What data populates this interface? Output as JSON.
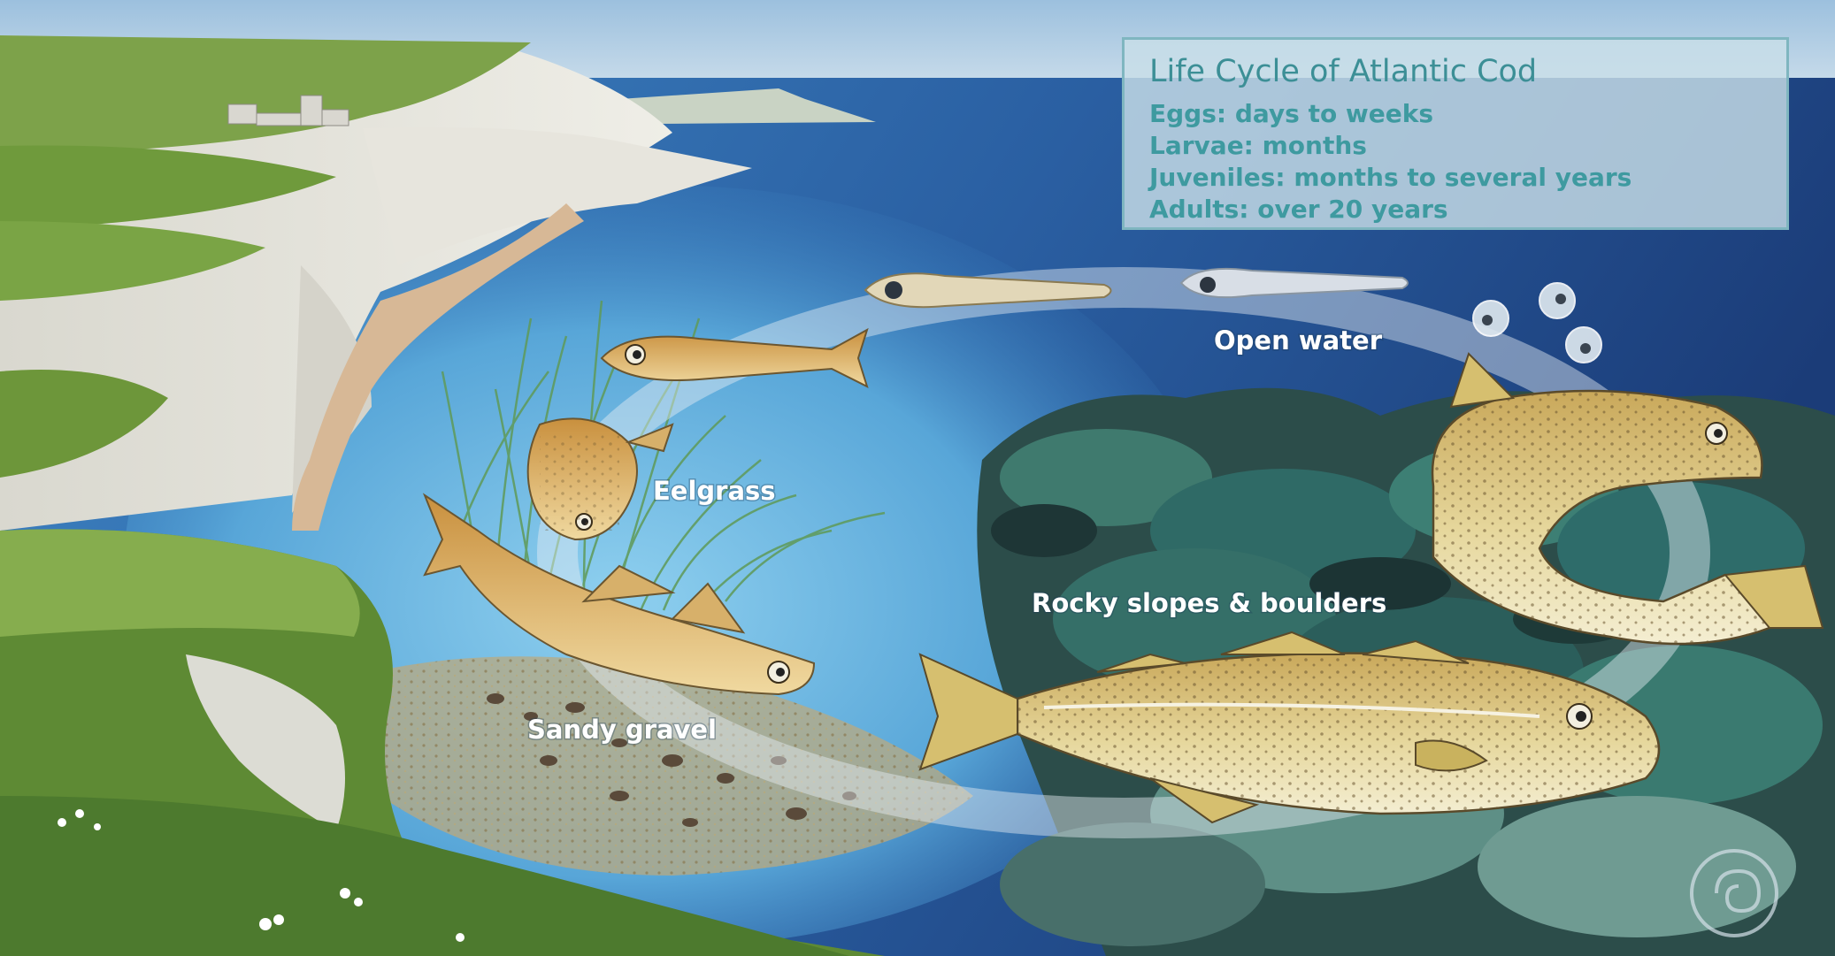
{
  "info_box": {
    "title": "Life Cycle of Atlantic Cod",
    "lines": [
      "Eggs: days to weeks",
      "Larvae: months",
      "Juveniles: months to several years",
      "Adults: over 20 years"
    ]
  },
  "habitats": {
    "open_water": "Open water",
    "eelgrass": "Eelgrass",
    "sandy_gravel": "Sandy gravel",
    "rocky": "Rocky slopes & boulders"
  },
  "colors": {
    "sky": "#aecbe2",
    "deep_sea": "#1c3f7a",
    "shallow_water": "#5aa8d8",
    "cliff": "#e3e2da",
    "grass": "#6f9a3c",
    "rock": "#2f5a52",
    "fish": "#d8c27a",
    "box_text": "#3e9aa0"
  }
}
